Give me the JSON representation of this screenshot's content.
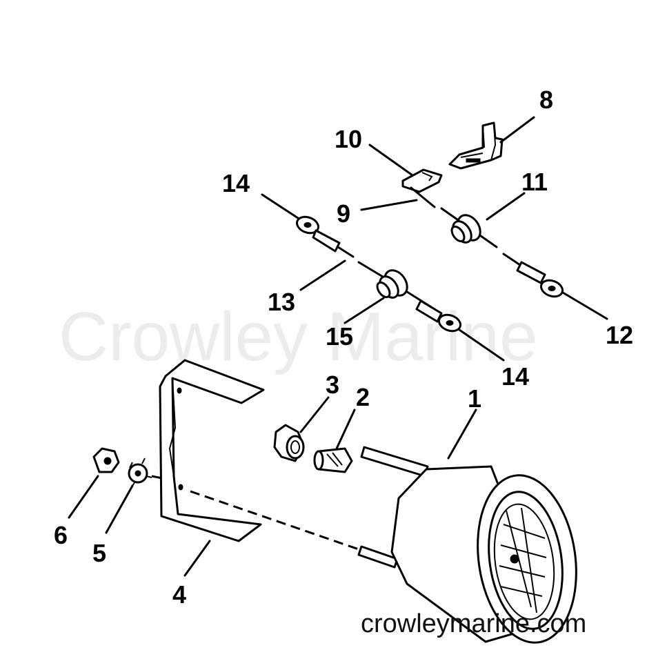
{
  "watermark": {
    "main": "Crowley Marine",
    "url": "crowleymarine.com"
  },
  "callouts": {
    "c1": "1",
    "c2": "2",
    "c3": "3",
    "c4": "4",
    "c5": "5",
    "c6": "6",
    "c8": "8",
    "c9": "9",
    "c10": "10",
    "c11": "11",
    "c12": "12",
    "c13": "13",
    "c14a": "14",
    "c14b": "14",
    "c15": "15"
  }
}
